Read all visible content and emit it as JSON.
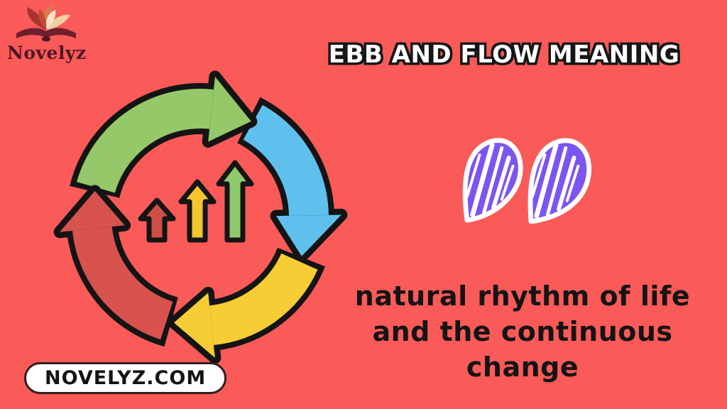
{
  "canvas": {
    "background": "#fa5a58"
  },
  "logo": {
    "brand_name": "Novelyz",
    "icon": "open-book-icon",
    "text_color": "#4d1626"
  },
  "header": {
    "title": "EBB AND FLOW MEANING",
    "text_color": "#ffffff",
    "outline_color": "#161616"
  },
  "quote_icon": {
    "name": "double-quotes-icon",
    "fill": "#7c55f0",
    "outline": "#ffffff"
  },
  "definition": {
    "lines": [
      "natural rhythm of life",
      "and the continuous",
      "change"
    ],
    "text_color": "#141414"
  },
  "footer_badge": {
    "label": "NOVELYZ.COM",
    "background": "#ffffff",
    "text_color": "#141414"
  },
  "cycle_diagram": {
    "name": "circular-arrows-cycle-icon",
    "outline_color": "#141414",
    "ring_arrows": [
      {
        "position": "top-left",
        "color": "#95c868",
        "direction": "clockwise"
      },
      {
        "position": "top-right",
        "color": "#5fc0ee",
        "direction": "clockwise"
      },
      {
        "position": "bottom-right",
        "color": "#f7cd35",
        "direction": "clockwise"
      },
      {
        "position": "bottom-left",
        "color": "#d8524e",
        "direction": "clockwise"
      }
    ],
    "growth_arrows": [
      {
        "size": "small",
        "color": "#cf4f46"
      },
      {
        "size": "medium",
        "color": "#f6c52e"
      },
      {
        "size": "large",
        "color": "#8fc96e"
      }
    ]
  }
}
